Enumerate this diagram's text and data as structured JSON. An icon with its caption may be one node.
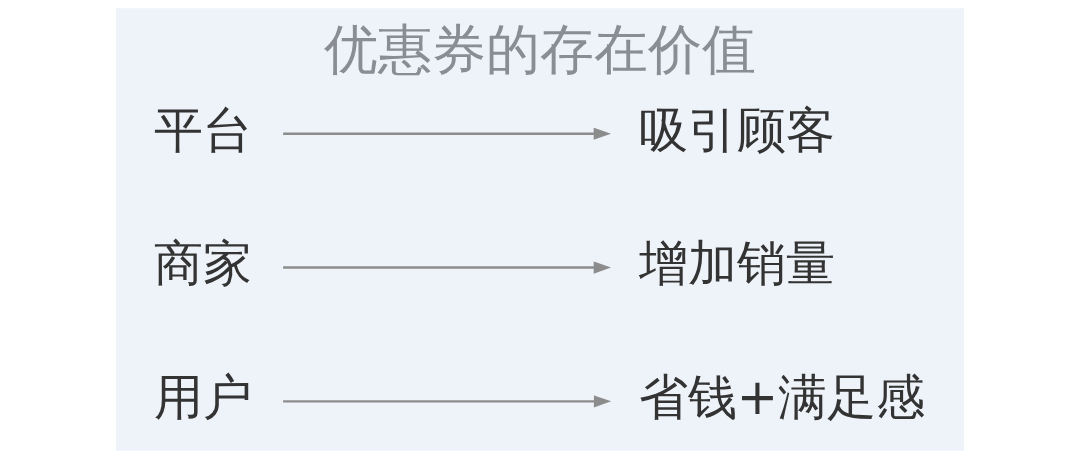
{
  "diagram": {
    "title": "优惠券的存在价值",
    "nodes": [
      {
        "text": [
          "平台"
        ]
      },
      {
        "text": [
          "吸引顾客"
        ]
      },
      {
        "text": [
          "商家"
        ]
      },
      {
        "text": [
          "增加销量"
        ]
      },
      {
        "text": [
          "用户"
        ]
      },
      {
        "text": [
          "省钱+满足感"
        ]
      }
    ],
    "edges": [
      {
        "from": 0,
        "to": 1,
        "arrow": "to"
      },
      {
        "from": 2,
        "to": 3,
        "arrow": "to"
      },
      {
        "from": 4,
        "to": 5,
        "arrow": "to"
      }
    ]
  }
}
